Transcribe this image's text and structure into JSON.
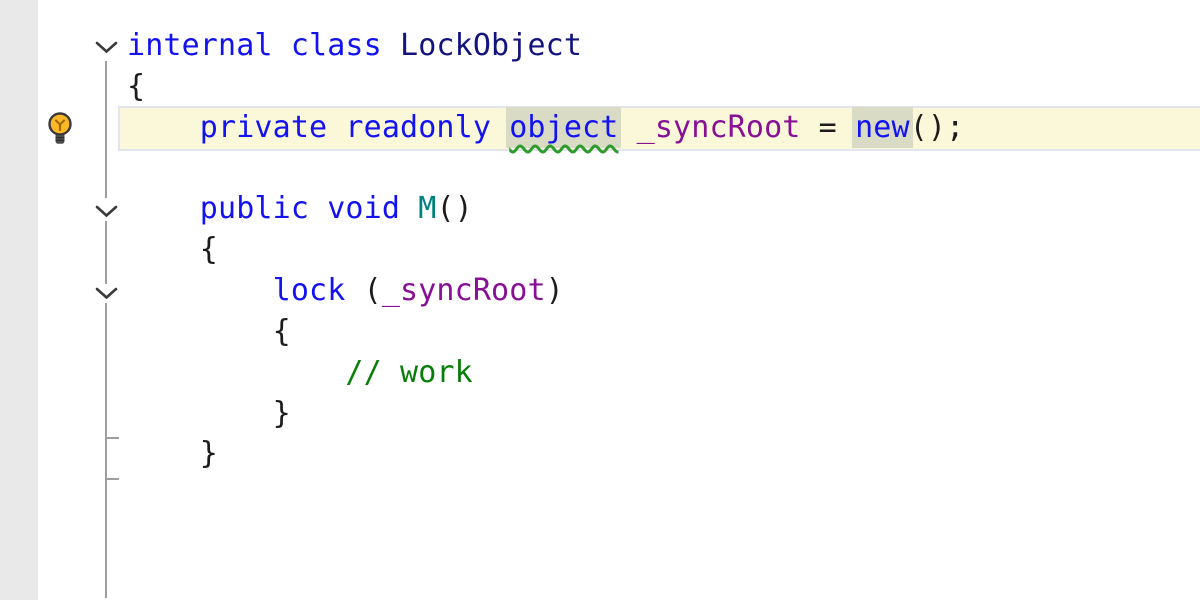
{
  "editor": {
    "language": "csharp",
    "description": "C# editor viewport showing LockObject class with lock statement",
    "code_plain": [
      "internal class LockObject",
      "{",
      "    private readonly object _syncRoot = new();",
      "",
      "    public void M()",
      "    {",
      "        lock (_syncRoot)",
      "        {",
      "            // work",
      "        }",
      "    }"
    ],
    "lines": [
      {
        "highlighted": false,
        "tokens": [
          {
            "s": "keyword",
            "t": "internal class "
          },
          {
            "s": "class_name",
            "t": "LockObject"
          }
        ]
      },
      {
        "highlighted": false,
        "tokens": [
          {
            "s": "punct",
            "t": "{"
          }
        ]
      },
      {
        "highlighted": true,
        "tokens": [
          {
            "s": "keyword",
            "t": "    private readonly "
          },
          {
            "s": "keyword",
            "t": "object",
            "box": true,
            "squiggle": true
          },
          {
            "s": "punct",
            "t": " "
          },
          {
            "s": "field",
            "t": "_syncRoot"
          },
          {
            "s": "punct",
            "t": " = "
          },
          {
            "s": "keyword",
            "t": "new",
            "box": true
          },
          {
            "s": "punct",
            "t": "();"
          }
        ]
      },
      {
        "highlighted": false,
        "tokens": []
      },
      {
        "highlighted": false,
        "tokens": [
          {
            "s": "keyword",
            "t": "    public void "
          },
          {
            "s": "method",
            "t": "M"
          },
          {
            "s": "punct",
            "t": "()"
          }
        ]
      },
      {
        "highlighted": false,
        "tokens": [
          {
            "s": "punct",
            "t": "    {"
          }
        ]
      },
      {
        "highlighted": false,
        "tokens": [
          {
            "s": "keyword",
            "t": "        lock"
          },
          {
            "s": "punct",
            "t": " ("
          },
          {
            "s": "field",
            "t": "_syncRoot"
          },
          {
            "s": "punct",
            "t": ")"
          }
        ]
      },
      {
        "highlighted": false,
        "tokens": [
          {
            "s": "punct",
            "t": "        {"
          }
        ]
      },
      {
        "highlighted": false,
        "tokens": [
          {
            "s": "comment",
            "t": "            // work"
          }
        ]
      },
      {
        "highlighted": false,
        "tokens": [
          {
            "s": "punct",
            "t": "        }"
          }
        ]
      },
      {
        "highlighted": false,
        "tokens": [
          {
            "s": "punct",
            "t": "    }"
          }
        ]
      }
    ]
  },
  "gutter": {
    "intention_icon": "lightbulb-icon",
    "fold_marker_icon": "chevron-down-icon",
    "fold_marker_count": 3
  },
  "colors": {
    "keyword": "#1312f0",
    "class_name": "#13137d",
    "field": "#871094",
    "method": "#00827b",
    "comment": "#0a7e0a",
    "punct": "#1b1b1b",
    "line_highlight_bg": "#fbf7d9",
    "line_highlight_border": "#e2e4ee",
    "usage_highlight_bg": "#d9dbc5",
    "squiggle": "#2e9b2e",
    "gutter_bg": "#e9e9e9",
    "fold_line": "#9e9e9e",
    "chevron": "#3a3a3a",
    "bulb_fill": "#fdb827",
    "bulb_base": "#4d4d4d"
  }
}
